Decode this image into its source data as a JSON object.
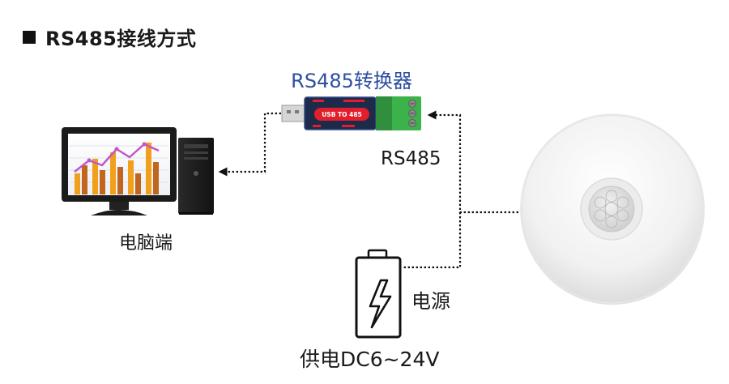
{
  "title": "RS485接线方式",
  "converter": {
    "label": "RS485转换器",
    "stick_text": "USB TO 485"
  },
  "pc": {
    "label": "电脑端"
  },
  "bus": {
    "label": "RS485"
  },
  "power": {
    "label": "电源",
    "supply_label": "供电DC6~24V"
  },
  "colors": {
    "converter_label": "#2c4fa0",
    "converter_body": "#1e2a4a",
    "converter_badge": "#e01e2c",
    "terminal_block": "#3bb24a",
    "bar_orange": "#f0a01c",
    "bar_brown": "#c0661e",
    "trend_line": "#c455c8"
  }
}
